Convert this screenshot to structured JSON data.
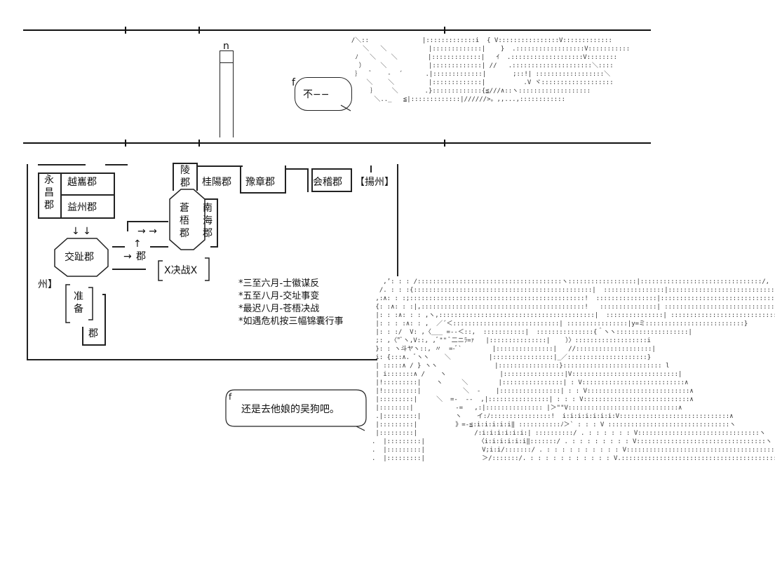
{
  "map": {
    "commanderies": {
      "yongchang_v": [
        "永",
        "昌",
        "郡"
      ],
      "yuesui": "越巂郡",
      "yizhou": "益州郡",
      "ling_v": [
        "陵",
        "郡"
      ],
      "guiyang": "桂陽郡",
      "yuzhang": "豫章郡",
      "kuaiji": "会稽郡",
      "yangzhou": "【揚州】",
      "cangwu_v": [
        "蒼",
        "梧",
        "郡"
      ],
      "nanhai_v": [
        "南",
        "海",
        "郡"
      ],
      "jiaozhi": "交趾郡",
      "jun_small": "郡",
      "juezhan": "Ⅹ决战Ⅹ",
      "zhou_frag": "州】",
      "zhun_v": [
        "准",
        "备"
      ],
      "jun_bottom": "郡"
    },
    "arrows": {
      "down": "↓ ↓",
      "right_double": "→ →",
      "up": "↑",
      "right": "→"
    }
  },
  "notes": [
    "*三至六月-士徽谋反",
    "*五至八月-交址事变",
    "*最迟八月-苍梧决战",
    "*如遇危机按三幅锦囊行事"
  ],
  "speech": {
    "top_bubble": "不−−",
    "top_bubble_prefix": "f",
    "bottom_bubble": "还是去他娘的吴狗吧。",
    "bottom_bubble_prefix": "f"
  },
  "header_glyph": "n"
}
